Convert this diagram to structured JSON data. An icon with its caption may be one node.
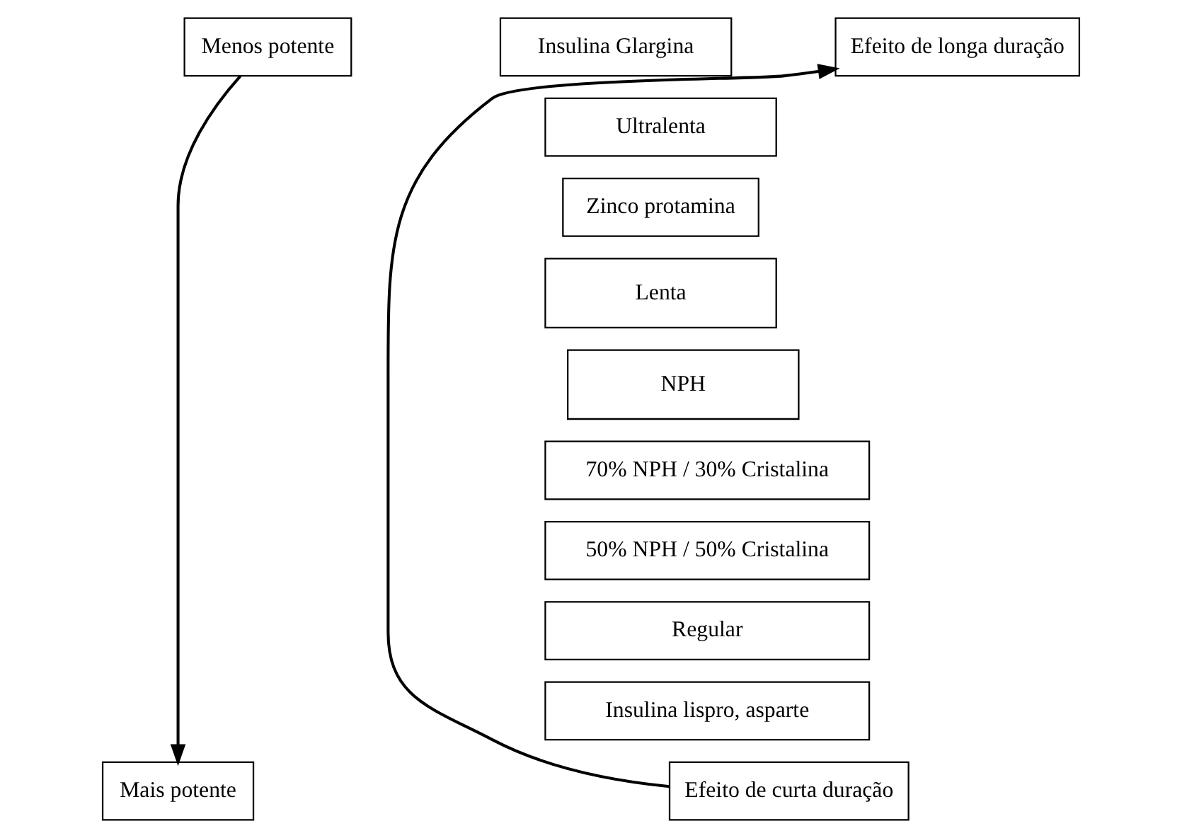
{
  "diagram": {
    "nodes": [
      {
        "text": [
          "Menos potente"
        ]
      },
      {
        "text": [
          "Insulina Glargina"
        ]
      },
      {
        "text": [
          "Efeito de longa duração"
        ]
      },
      {
        "text": [
          "Ultralenta"
        ]
      },
      {
        "text": [
          "Zinco protamina"
        ]
      },
      {
        "text": [
          "Lenta"
        ]
      },
      {
        "text": [
          "NPH"
        ]
      },
      {
        "text": [
          "70% NPH / 30% Cristalina"
        ]
      },
      {
        "text": [
          "50% NPH / 50% Cristalina"
        ]
      },
      {
        "text": [
          "Regular"
        ]
      },
      {
        "text": [
          "Insulina lispro, asparte"
        ]
      },
      {
        "text": [
          "Mais potente"
        ]
      },
      {
        "text": [
          "Efeito de curta duração"
        ]
      }
    ],
    "edges": [
      {
        "from": 0,
        "to": 11,
        "arrow": "to"
      },
      {
        "from": 12,
        "to": 2,
        "arrow": "to"
      }
    ]
  }
}
